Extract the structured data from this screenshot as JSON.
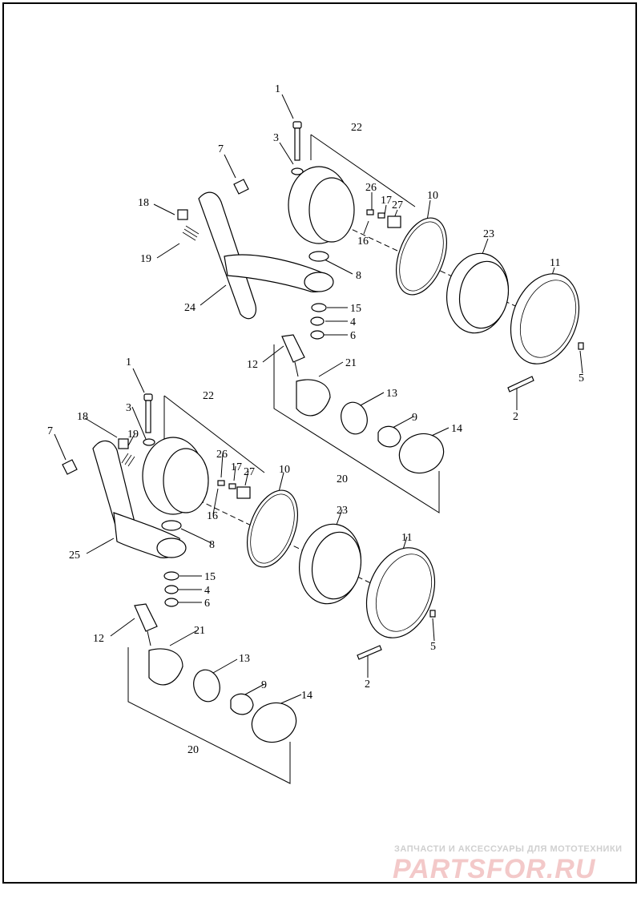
{
  "upper_assembly": {
    "callouts": [
      "1",
      "3",
      "7",
      "18",
      "19",
      "22",
      "26",
      "17",
      "27",
      "16",
      "10",
      "23",
      "11",
      "8",
      "24",
      "15",
      "4",
      "6",
      "12",
      "21",
      "13",
      "9",
      "14",
      "5",
      "2",
      "20"
    ]
  },
  "lower_assembly": {
    "callouts": [
      "1",
      "3",
      "7",
      "18",
      "19",
      "22",
      "26",
      "17",
      "27",
      "16",
      "10",
      "23",
      "11",
      "8",
      "25",
      "15",
      "4",
      "6",
      "12",
      "21",
      "13",
      "9",
      "14",
      "5",
      "2",
      "20"
    ]
  },
  "watermark": {
    "tagline": "ЗАПЧАСТИ И АКСЕССУАРЫ ДЛЯ МОТОТЕХНИКИ",
    "brand": "PARTSFOR.RU"
  }
}
